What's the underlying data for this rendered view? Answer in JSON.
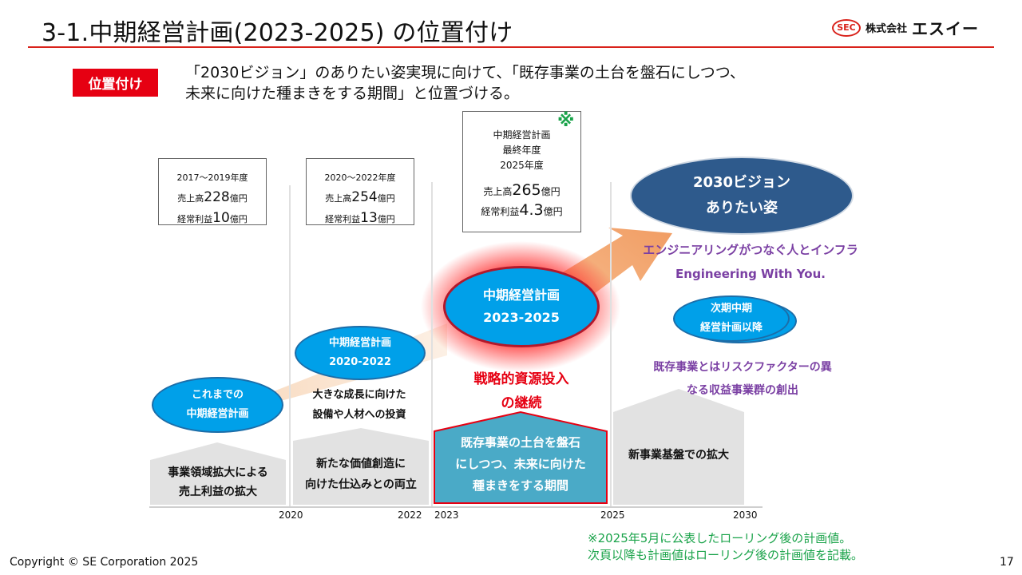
{
  "header": {
    "title": "3-1.中期経営計画(2023-2025)  の位置付け",
    "logo_mark": "SEC",
    "logo_small": "株式会社",
    "logo_big": "エスイー"
  },
  "positioning": {
    "badge": "位置付け",
    "lead_line1": "「2030ビジョン」のありたい姿実現に向けて、「既存事業の土台を盤石にしつつ、",
    "lead_line2": "未来に向けた種まきをする期間」と位置づける。"
  },
  "kpi_boxes": [
    {
      "period": "2017～2019年度",
      "sales_prefix": "売上高",
      "sales_value": "228",
      "sales_unit": "億円",
      "profit_prefix": "経常利益",
      "profit_value": "10",
      "profit_unit": "億円"
    },
    {
      "period": "2020～2022年度",
      "sales_prefix": "売上高",
      "sales_value": "254",
      "sales_unit": "億円",
      "profit_prefix": "経常利益",
      "profit_value": "13",
      "profit_unit": "億円"
    }
  ],
  "target_box": {
    "mark": "※",
    "line1": "中期経営計画",
    "line2": "最終年度",
    "line3": "2025年度",
    "sales_prefix": "売上高",
    "sales_value": "265",
    "sales_unit": "億円",
    "profit_prefix": "経常利益",
    "profit_value": "4.3",
    "profit_unit": "億円"
  },
  "ellipses": {
    "past_line1": "これまでの",
    "past_line2": "中期経営計画",
    "prev_line1": "中期経営計画",
    "prev_line2": "2020-2022",
    "current_line1": "中期経営計画",
    "current_line2": "2023-2025",
    "vision_line1": "2030ビジョン",
    "vision_line2": "ありたい姿",
    "next_line1": "次期中期",
    "next_line2": "経営計画以降"
  },
  "captions": {
    "growth_line1": "大きな成長に向けた",
    "growth_line2": "設備や人材への投資",
    "strategic_line1": "戦略的資源投入",
    "strategic_line2": "の継続",
    "vision_tagline_jp": "エンジニアリングがつなぐ人とインフラ",
    "vision_tagline_en": "Engineering With You.",
    "future_line1": "既存事業とはリスクファクターの異",
    "future_line2": "なる収益事業群の創出"
  },
  "houses": [
    {
      "line1": "事業領域拡大による",
      "line2": "売上利益の拡大"
    },
    {
      "line1": "新たな価値創造に",
      "line2": "向けた仕込みとの両立"
    },
    {
      "line1": "既存事業の土台を盤石",
      "line2": "にしつつ、未来に向けた",
      "line3": "種まきをする期間"
    },
    {
      "line1": "新事業基盤での拡大"
    }
  ],
  "timeline": {
    "years": [
      "2020",
      "2022",
      "2023",
      "2025",
      "2030"
    ]
  },
  "footnote": {
    "line1": "※2025年5月に公表したローリング後の計画値。",
    "line2": "次頁以降も計画値はローリング後の計画値を記載。"
  },
  "footer": {
    "copyright": "Copyright © SE Corporation 2025",
    "page_number": "17"
  },
  "colors": {
    "accent_red": "#e60012",
    "ellipse_blue": "#00a0e9",
    "vision_navy": "#2e5a8c",
    "house_teal": "#4aaac7",
    "arrow_orange": "#f5b07a",
    "note_green": "#1aa34a",
    "purple_text": "#7a3fa3"
  }
}
